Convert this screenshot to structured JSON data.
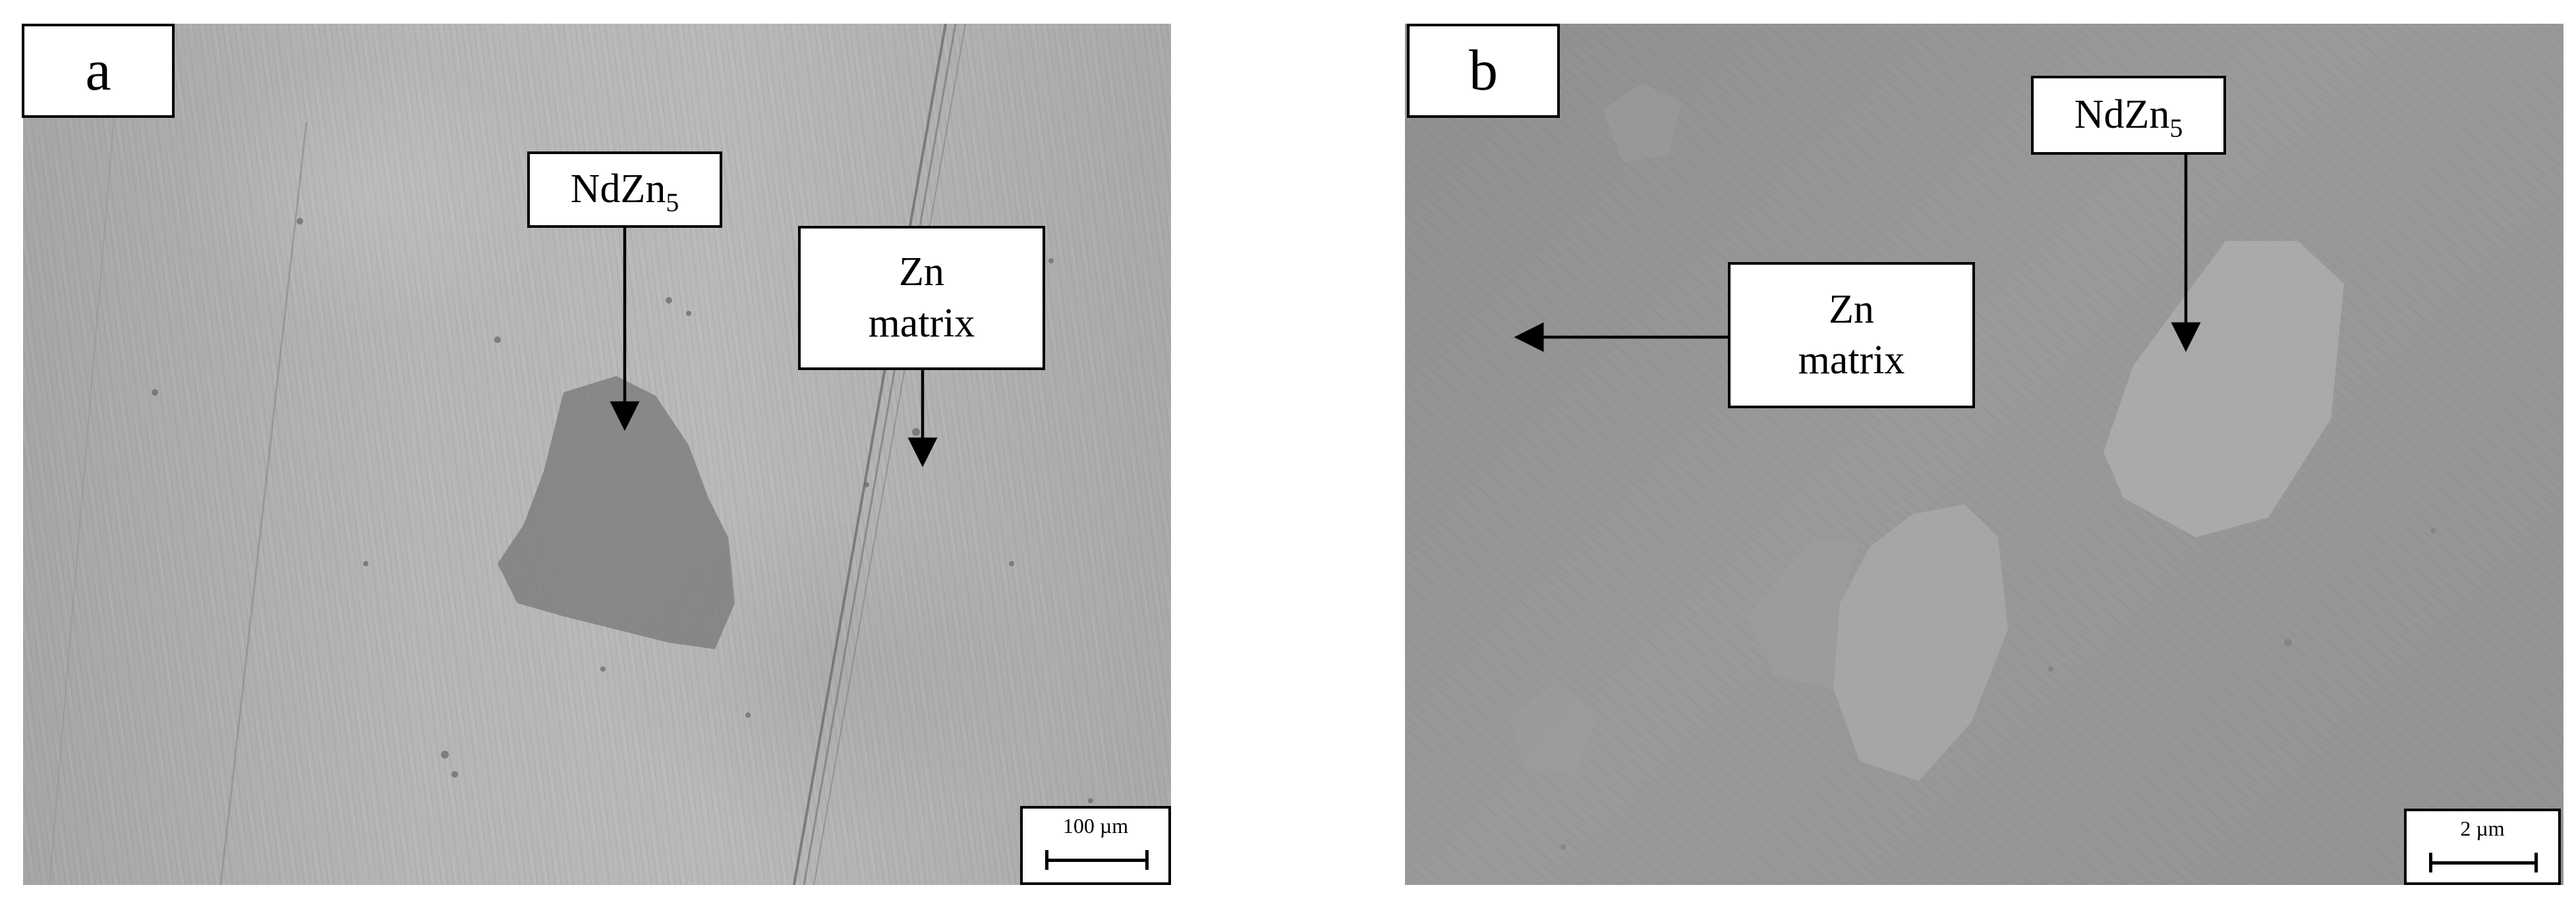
{
  "panel_a": {
    "letter": "a",
    "phase_label": {
      "base": "NdZn",
      "sub": "5"
    },
    "matrix_label": {
      "line1": "Zn",
      "line2": "matrix"
    },
    "scale_text": "100 µm"
  },
  "panel_b": {
    "letter": "b",
    "phase_label": {
      "base": "NdZn",
      "sub": "5"
    },
    "matrix_label": {
      "line1": "Zn",
      "line2": "matrix"
    },
    "scale_text": "2 µm"
  }
}
